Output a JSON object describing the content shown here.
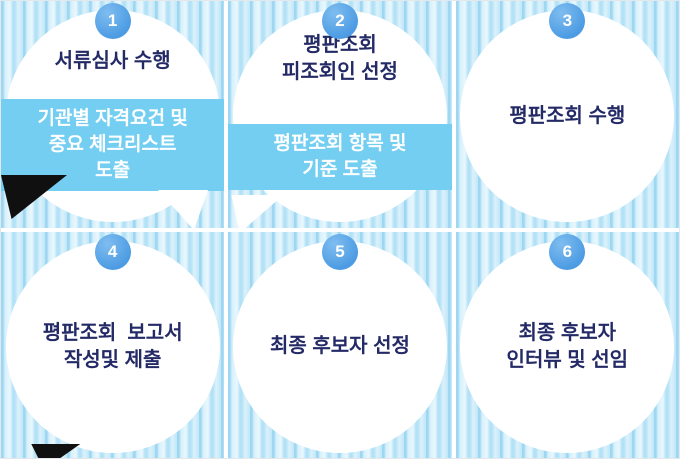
{
  "steps": [
    {
      "number": "1",
      "title": "서류심사 수행",
      "detail": "기관별 자격요건 및\n중요 체크리스트\n도출"
    },
    {
      "number": "2",
      "title": "평판조회\n피조회인 선정",
      "detail": "평판조회 항목 및\n기준 도출"
    },
    {
      "number": "3",
      "title": "평판조회 수행"
    },
    {
      "number": "4",
      "title": "평판조회  보고서\n작성및 제출"
    },
    {
      "number": "5",
      "title": "최종 후보자 선정"
    },
    {
      "number": "6",
      "title": "최종 후보자\n인터뷰 및 선임"
    }
  ],
  "colors": {
    "badge_blue": "#4d9ce3",
    "detail_box_cyan": "#74cef1",
    "title_navy": "#232a66",
    "stripe_light_blue": "#b3e1f6",
    "circle_white": "#ffffff",
    "detail_text_white": "#ffffff"
  }
}
